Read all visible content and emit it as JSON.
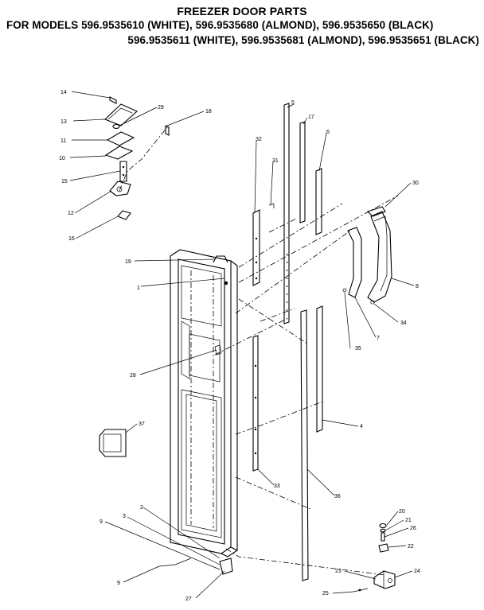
{
  "header": {
    "title": "FREEZER DOOR PARTS",
    "models_line_1": "FOR MODELS 596.9535610 (WHITE), 596.9535680 (ALMOND), 596.9535650 (BLACK)",
    "models_line_2": "596.9535611 (WHITE), 596.9535681 (ALMOND), 596.9535651 (BLACK)"
  },
  "callouts": [
    "14",
    "13",
    "29",
    "11",
    "18",
    "10",
    "15",
    "12",
    "16",
    "5",
    "17",
    "6",
    "32",
    "31",
    "30",
    "8",
    "19",
    "1",
    "34",
    "7",
    "35",
    "28",
    "4",
    "37",
    "33",
    "36",
    "2",
    "3",
    "9",
    "9",
    "20",
    "21",
    "26",
    "22",
    "23",
    "24",
    "27",
    "25"
  ]
}
